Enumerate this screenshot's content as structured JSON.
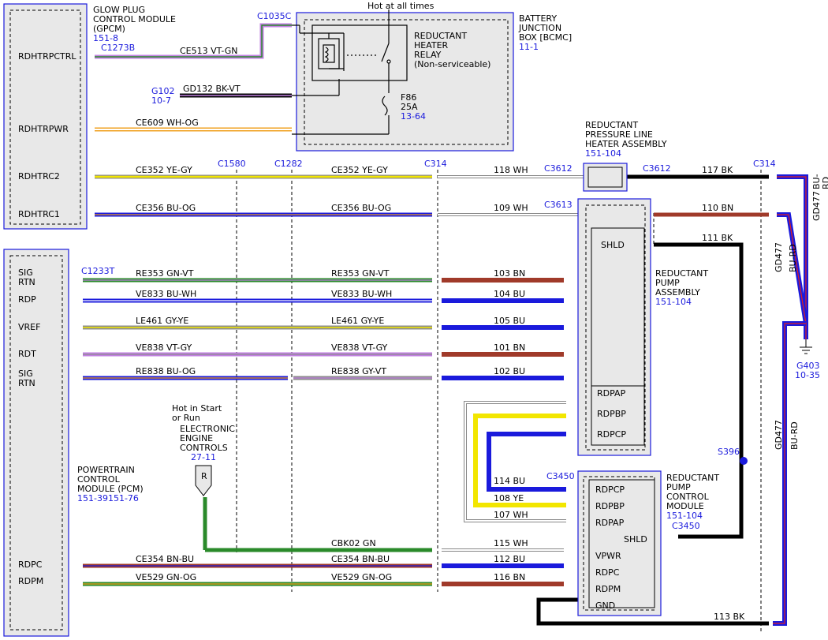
{
  "colors": {
    "YE": "#f2e600",
    "GY": "#8c8c8c",
    "BU": "#1a1adc",
    "OG": "#f0a020",
    "VT": "#c080e0",
    "GN": "#2a8a2a",
    "WH": "#ffffff",
    "BK": "#000000",
    "BN": "#a03a2a",
    "RD": "#e02020",
    "pin": "#1a1adc"
  },
  "gpcm": {
    "title": [
      "GLOW PLUG",
      "CONTROL MODULE",
      "(GPCM)"
    ],
    "ref": "151-8",
    "pins": [
      "RDHTRPCTRL",
      "RDHTRPWR",
      "RDHTRC2",
      "RDHTRC1"
    ]
  },
  "bcmc": {
    "title": [
      "BATTERY",
      "JUNCTION",
      "BOX [BCMC]"
    ],
    "ref": "11-1",
    "hot": "Hot at all times",
    "relay": [
      "REDUCTANT",
      "HEATER",
      "RELAY",
      "(Non-serviceable)"
    ],
    "fuse": [
      "F86",
      "25A"
    ],
    "fuse_ref": "13-64"
  },
  "pcm": {
    "title": [
      "POWERTRAIN",
      "CONTROL",
      "MODULE (PCM)"
    ],
    "ref": "151-39151-76",
    "pins": [
      "SIG",
      "RTN",
      "RDP",
      "VREF",
      "RDT",
      "SIG",
      "RTN",
      "RDPC",
      "RDPM"
    ]
  },
  "connectors": [
    "C1273B",
    "C1035C",
    "G102",
    "10-7",
    "C1580",
    "C1282",
    "C314",
    "C3612",
    "C3613",
    "C1233T",
    "C3450",
    "S396",
    "G403",
    "10-35",
    "C314",
    "C3612",
    "C3450"
  ],
  "circuits": [
    "CE513 VT-GN",
    "GD132 BK-VT",
    "CE609 WH-OG",
    "CE352 YE-GY",
    "CE356 BU-OG",
    "RE353 GN-VT",
    "VE833 BU-WH",
    "LE461 GY-YE",
    "VE838 VT-GY",
    "RE838 BU-OG",
    "RE838 GY-VT",
    "CBK02 GN",
    "CE354 BN-BU",
    "VE529 GN-OG",
    "118 WH",
    "117 BK",
    "109 WH",
    "110 BN",
    "111 BK",
    "103 BN",
    "104 BU",
    "105 BU",
    "101 BN",
    "102 BU",
    "114 BU",
    "108 YE",
    "107 WH",
    "115 WH",
    "112 BU",
    "116 BN",
    "113 BK",
    "GD477",
    "BU-RD"
  ],
  "heater": {
    "title": [
      "REDUCTANT",
      "PRESSURE LINE",
      "HEATER ASSEMBLY"
    ],
    "ref": "151-104"
  },
  "pump": {
    "title": [
      "REDUCTANT",
      "PUMP",
      "ASSEMBLY"
    ],
    "ref": "151-104",
    "pins": [
      "SHLD",
      "RDPAP",
      "RDPBP",
      "RDPCP"
    ]
  },
  "pcmod": {
    "title": [
      "REDUCTANT",
      "PUMP",
      "CONTROL",
      "MODULE"
    ],
    "ref": "151-104",
    "pins": [
      "RDPCP",
      "RDPBP",
      "RDPAP",
      "SHLD",
      "VPWR",
      "RDPC",
      "RDPM",
      "GND"
    ]
  },
  "eec": {
    "title": [
      "Hot in Start",
      "or Run",
      "ELECTRONIC",
      "ENGINE",
      "CONTROLS"
    ],
    "ref": "27-11",
    "r": "R"
  }
}
